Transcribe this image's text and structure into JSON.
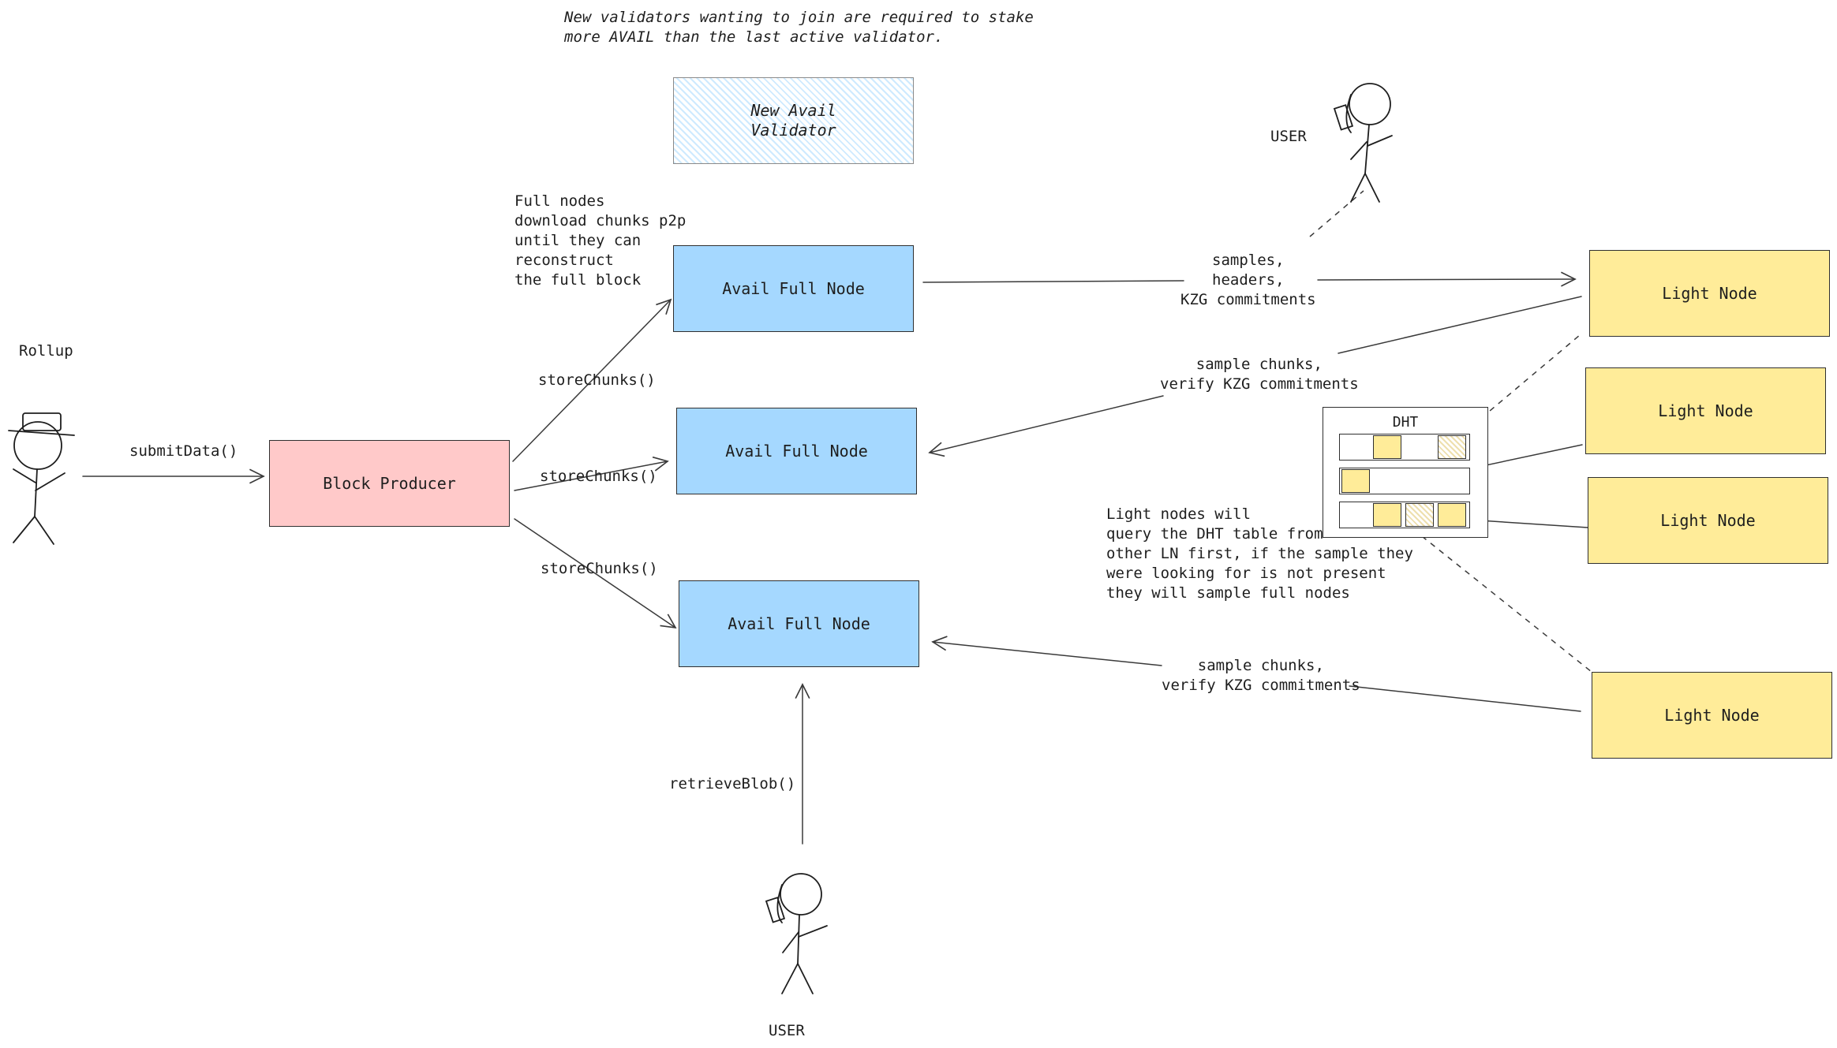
{
  "annotations": {
    "validator_note_line1": "New validators wanting to join are required to stake",
    "validator_note_line2": "more AVAIL than the last active validator.",
    "fullnode_note": "Full nodes\ndownload chunks p2p\nuntil they can\nreconstruct\nthe full block",
    "lightnode_note": "Light nodes will\nquery the DHT table from\nother LN first, if the sample they\nwere looking for is not present\nthey will sample full nodes"
  },
  "actors": {
    "rollup": "Rollup",
    "user_top": "USER",
    "user_bottom": "USER"
  },
  "boxes": {
    "new_validator": "New Avail\nValidator",
    "block_producer": "Block Producer",
    "full_node_1": "Avail Full Node",
    "full_node_2": "Avail Full Node",
    "full_node_3": "Avail Full Node",
    "light_node_1": "Light Node",
    "light_node_2": "Light Node",
    "light_node_3": "Light Node",
    "light_node_4": "Light Node",
    "dht_title": "DHT"
  },
  "edges": {
    "submit_data": "submitData()",
    "store_chunks_1": "storeChunks()",
    "store_chunks_2": "storeChunks()",
    "store_chunks_3": "storeChunks()",
    "retrieve_blob": "retrieveBlob()",
    "samples_headers": "samples,\nheaders,\nKZG commitments",
    "sample_verify_1": "sample chunks,\nverify KZG commitments",
    "sample_verify_2": "sample chunks,\nverify KZG commitments"
  },
  "colors": {
    "block_producer": "#ffc9c9",
    "full_node": "#a5d8ff",
    "light_node": "#ffec99",
    "stroke": "#1e1e1e"
  }
}
